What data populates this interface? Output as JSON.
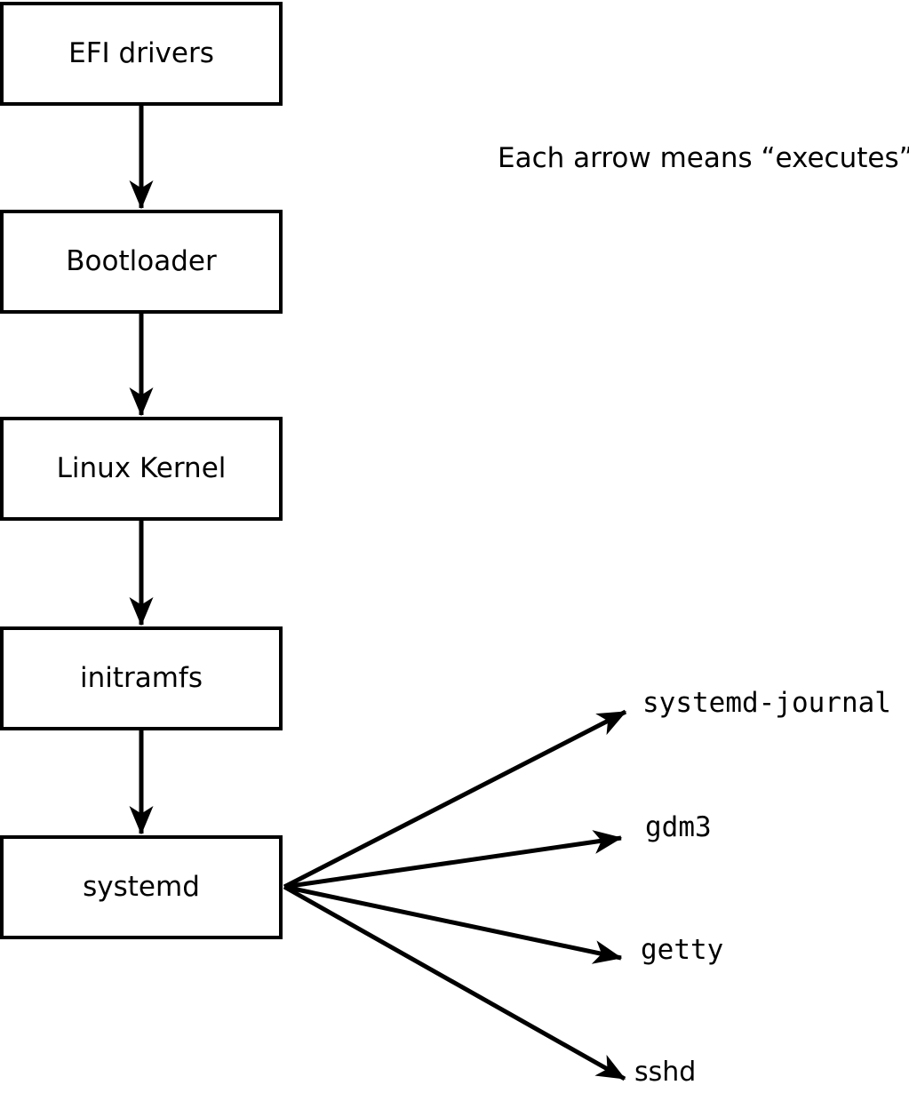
{
  "caption": "Each arrow means “executes”.",
  "boot_chain": {
    "nodes": [
      {
        "label": "EFI drivers"
      },
      {
        "label": "Bootloader"
      },
      {
        "label": "Linux Kernel"
      },
      {
        "label": "initramfs"
      },
      {
        "label": "systemd"
      }
    ]
  },
  "spawned_services": [
    {
      "label": "systemd-journal"
    },
    {
      "label": "gdm3"
    },
    {
      "label": "getty"
    },
    {
      "label": "sshd"
    }
  ],
  "relationship": "executes",
  "colors": {
    "line": "#000000",
    "background": "#ffffff",
    "box_fill": "#ffffff",
    "text": "#000000"
  }
}
